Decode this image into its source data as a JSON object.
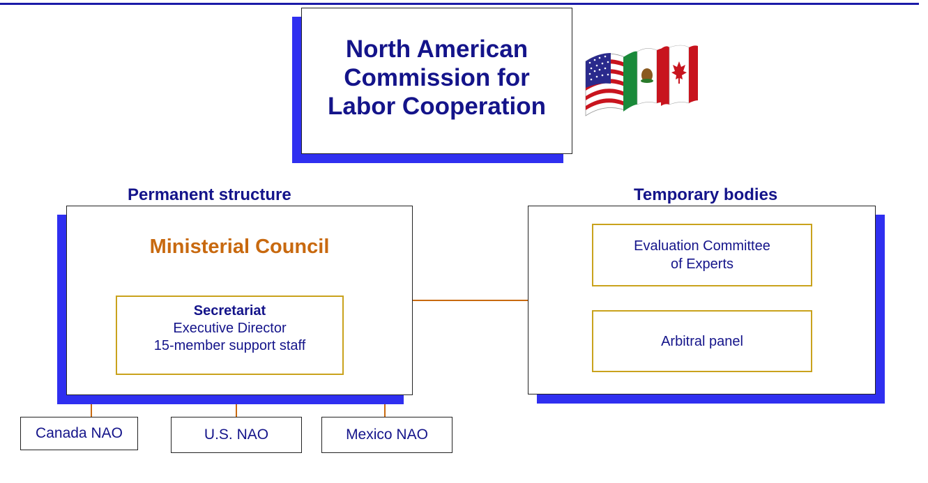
{
  "commission": {
    "title_line1": "North American",
    "title_line2": "Commission for",
    "title_line3": "Labor Cooperation"
  },
  "permanent": {
    "heading": "Permanent structure",
    "council": "Ministerial Council",
    "secretariat": {
      "title": "Secretariat",
      "line1": "Executive Director",
      "line2": "15-member support staff"
    }
  },
  "temporary": {
    "heading": "Temporary bodies",
    "evaluation_line1": "Evaluation Committee",
    "evaluation_line2": "of Experts",
    "arbitral": "Arbitral panel"
  },
  "naos": [
    "Canada NAO",
    "U.S. NAO",
    "Mexico NAO"
  ],
  "colors": {
    "title_blue": "#14148a",
    "shadow_blue": "#2f2ff0",
    "council_orange": "#c8690f",
    "box_gold": "#c9a21c"
  },
  "icons": [
    "flags-icon"
  ]
}
